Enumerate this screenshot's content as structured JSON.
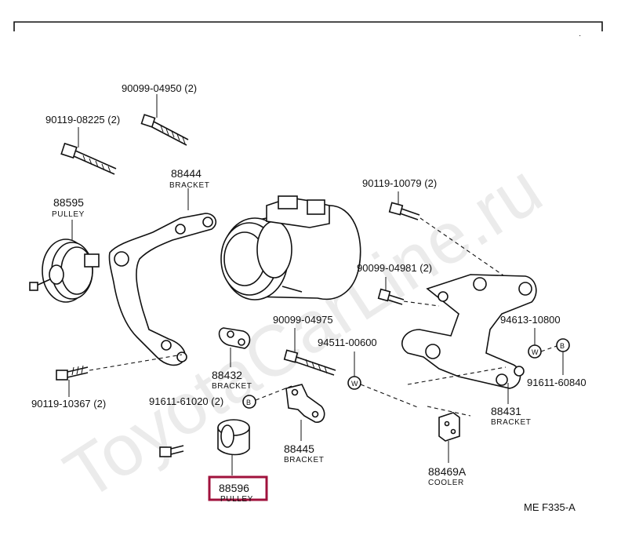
{
  "watermark": "ToyotaCarLine.ru",
  "diagram_code": "ME F335-A",
  "highlight_color": "#a0123c",
  "symbols": {
    "washer": "W",
    "bolt": "B"
  },
  "parts": {
    "p90099_04950": {
      "number": "90099-04950 (2)"
    },
    "p90119_08225": {
      "number": "90119-08225 (2)"
    },
    "p88595": {
      "number": "88595",
      "name": "PULLEY"
    },
    "p88444": {
      "number": "88444",
      "name": "BRACKET"
    },
    "p90119_10079": {
      "number": "90119-10079 (2)"
    },
    "p90099_04981": {
      "number": "90099-04981 (2)"
    },
    "p90099_04975": {
      "number": "90099-04975"
    },
    "p94613_10800": {
      "number": "94613-10800"
    },
    "p94511_00600": {
      "number": "94511-00600"
    },
    "p88432": {
      "number": "88432",
      "name": "BRACKET"
    },
    "p91611_60840": {
      "number": "91611-60840"
    },
    "p90119_10367": {
      "number": "90119-10367 (2)"
    },
    "p91611_61020": {
      "number": "91611-61020 (2)"
    },
    "p88431": {
      "number": "88431",
      "name": "BRACKET"
    },
    "p88445": {
      "number": "88445",
      "name": "BRACKET"
    },
    "p88469A": {
      "number": "88469A",
      "name": "COOLER"
    },
    "p88596": {
      "number": "88596",
      "name": "PULLEY"
    }
  }
}
